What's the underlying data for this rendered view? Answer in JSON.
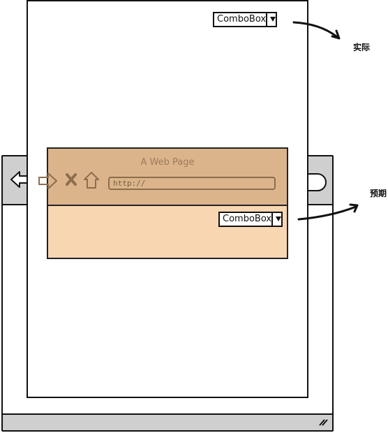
{
  "top_combobox": {
    "label": "ComboBox",
    "arrow_icon": "chevron-down-icon"
  },
  "annotations": {
    "actual": "实际",
    "expected": "预期"
  },
  "browser": {
    "page_title": "A Web Page",
    "url": "http://",
    "nav_icons": [
      "back-arrow-icon",
      "forward-arrow-icon",
      "stop-x-icon",
      "home-icon",
      "search-icon"
    ],
    "combobox": {
      "label": "ComboBox",
      "arrow_icon": "chevron-down-icon"
    }
  },
  "colors": {
    "overlay_bg": "#f8d6b2",
    "overlay_toolbar": "#dcb48c",
    "browser_toolbar": "#cfcfcf"
  }
}
